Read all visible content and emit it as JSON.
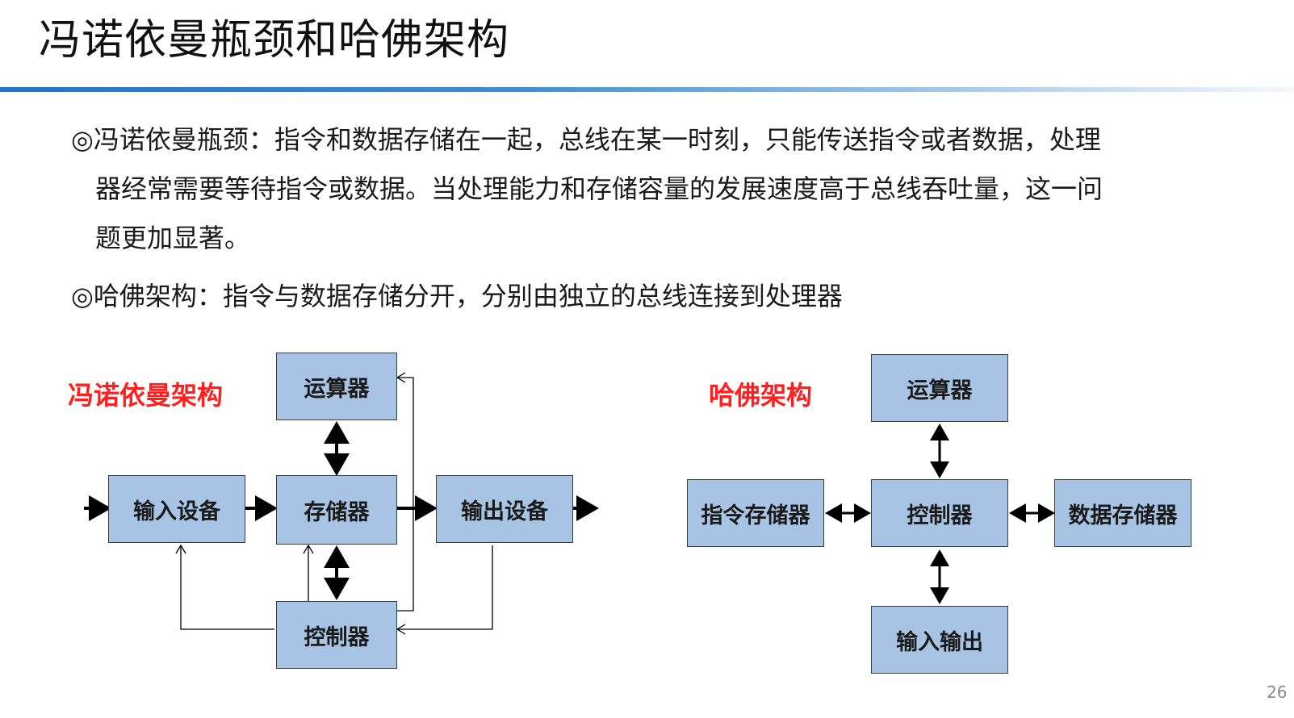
{
  "title": "冯诺依曼瓶颈和哈佛架构",
  "accent_color": "#1e74c8",
  "bullets": [
    {
      "mark": "◎",
      "lines": [
        "冯诺依曼瓶颈：指令和数据存储在一起，总线在某一时刻，只能传送指令或者数据，处理",
        "器经常需要等待指令或数据。当处理能力和存储容量的发展速度高于总线吞吐量，这一问",
        "题更加显著。"
      ]
    },
    {
      "mark": "◎",
      "lines": [
        "哈佛架构：指令与数据存储分开，分别由独立的总线连接到处理器"
      ]
    }
  ],
  "von_neumann": {
    "title": "冯诺依曼架构",
    "title_color": "#ff1f1f",
    "box_color": "#a8c4e4",
    "boxes": {
      "alu": "运算器",
      "input": "输入设备",
      "memory": "存储器",
      "output": "输出设备",
      "control": "控制器"
    }
  },
  "harvard": {
    "title": "哈佛架构",
    "title_color": "#ff1f1f",
    "box_color": "#a8c4e4",
    "boxes": {
      "alu": "运算器",
      "instruction_memory": "指令存储器",
      "control": "控制器",
      "data_memory": "数据存储器",
      "io": "输入输出"
    }
  },
  "page_number": "26"
}
